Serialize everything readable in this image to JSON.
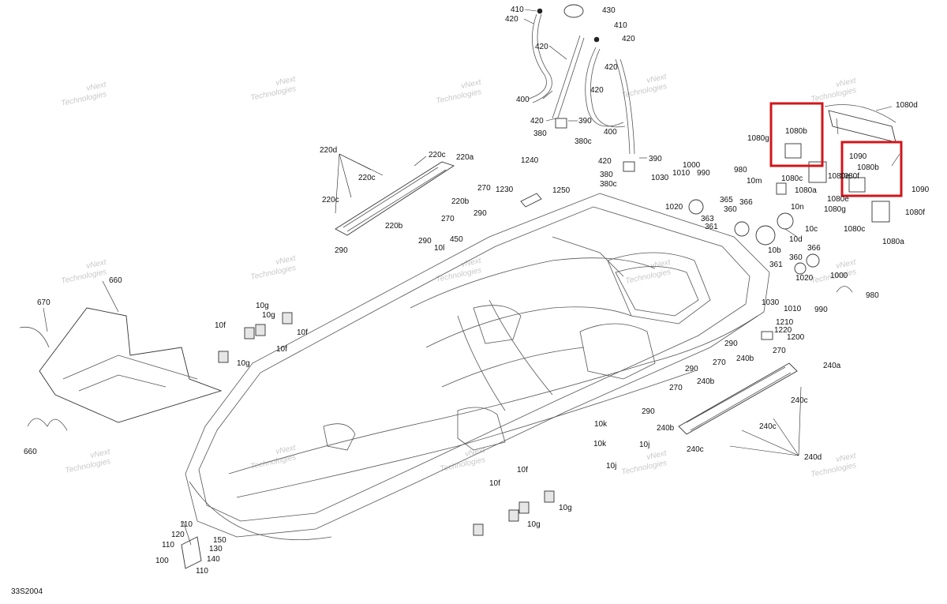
{
  "diagram_code": "33S2004",
  "watermark": {
    "line1": "vNext",
    "line2": "Technologies"
  },
  "highlight_color": "#d0161b",
  "callouts": [
    "410",
    "430",
    "420",
    "420",
    "410",
    "420",
    "420",
    "400",
    "420",
    "400",
    "420",
    "390",
    "380",
    "380c",
    "420",
    "390",
    "380",
    "380c",
    "1240",
    "1230",
    "1250",
    "1030",
    "1010",
    "1000",
    "990",
    "980",
    "1020",
    "365",
    "363",
    "366",
    "361",
    "360",
    "10m",
    "10n",
    "10c",
    "10d",
    "10b",
    "1080d",
    "1080b",
    "1080g",
    "1080c",
    "1080a",
    "1080e",
    "1080f",
    "1090",
    "1080b",
    "1080g",
    "1080c",
    "1080e",
    "1080f",
    "1080a",
    "1090",
    "220d",
    "220c",
    "220a",
    "220c",
    "220c",
    "220b",
    "220b",
    "270",
    "290",
    "270",
    "290",
    "450",
    "10l",
    "290",
    "361",
    "360",
    "366",
    "1020",
    "1000",
    "1030",
    "1010",
    "990",
    "980",
    "1210",
    "1220",
    "1200",
    "270",
    "290",
    "240b",
    "270",
    "240a",
    "290",
    "240b",
    "270",
    "240c",
    "240b",
    "240c",
    "240c",
    "240d",
    "290",
    "10k",
    "10j",
    "10k",
    "10j",
    "10f",
    "10g",
    "10f",
    "10g",
    "10f",
    "10g",
    "660",
    "670",
    "660",
    "10g",
    "10g",
    "10f",
    "10f",
    "110",
    "120",
    "150",
    "110",
    "130",
    "140",
    "100",
    "110"
  ]
}
